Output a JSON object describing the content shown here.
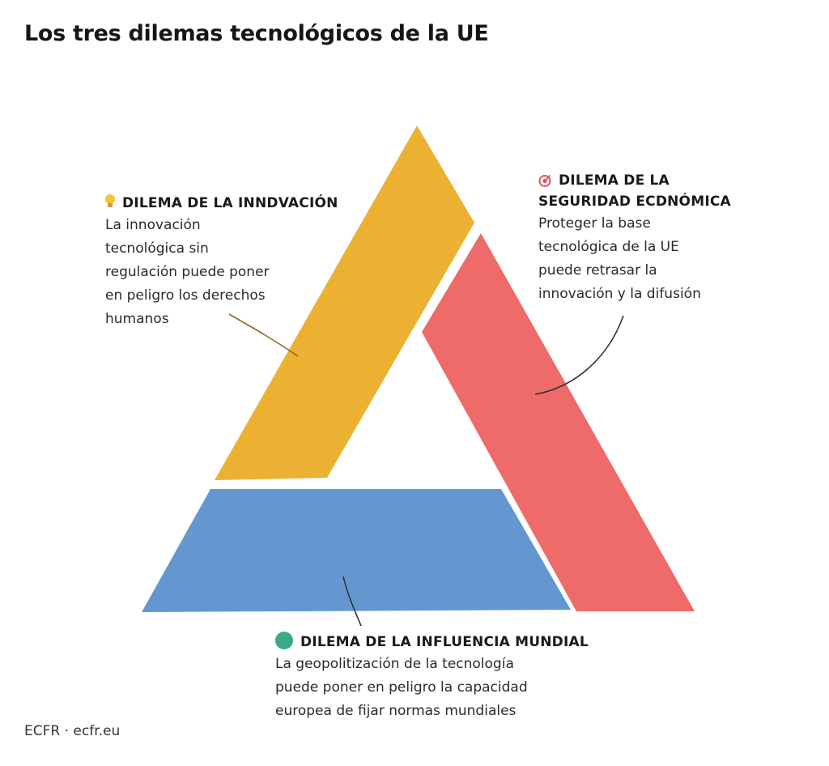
{
  "title": "Los tres dilemas tecnológicos de la UE",
  "dilemmas": {
    "innovation": {
      "heading": "DILEMA DE LA INNDVACIÓN",
      "body": "La innovación\ntecnológica sin\nregulación puede poner\nen peligro los derechos\nhumanos",
      "color": "#ecb133",
      "icon": "lightbulb-icon"
    },
    "security": {
      "heading_line1": "DILEMA DE LA",
      "heading_line2": "SEGURIDAD ECDNÓMICA",
      "body": "Proteger la base\ntecnológica de la UE\npuede retrasar la\ninnovación y la difusión",
      "color": "#ee6b6a",
      "icon": "target-icon"
    },
    "influence": {
      "heading": "DILEMA DE LA INFLUENCIA MUNDIAL",
      "body": "La geopolitización de la tecnología\npuede poner en peligro la capacidad\neuropea de fijar normas mundiales",
      "color": "#6497d0",
      "icon": "globe-icon"
    }
  },
  "source": "ECFR · ecfr.eu"
}
